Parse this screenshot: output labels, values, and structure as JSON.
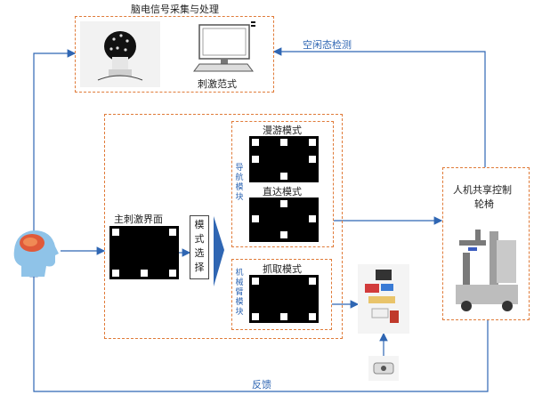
{
  "acquisition": {
    "title": "脑电信号采集与处理",
    "paradigm_label": "刺激范式"
  },
  "idle_detection": "空闲态检测",
  "feedback": "反馈",
  "main_interface": "主刺激界面",
  "mode_select": [
    "模",
    "式",
    "选",
    "择"
  ],
  "nav_module": [
    "导",
    "航",
    "模",
    "块"
  ],
  "arm_module": [
    "机",
    "械",
    "臂",
    "模",
    "块"
  ],
  "modes": {
    "roam": "漫游模式",
    "direct": "直达模式",
    "grab": "抓取模式"
  },
  "wheelchair": [
    "人机共享控制",
    "轮椅"
  ],
  "colors": {
    "accent_dashed": "#e07b39",
    "connector": "#2f66b3"
  }
}
